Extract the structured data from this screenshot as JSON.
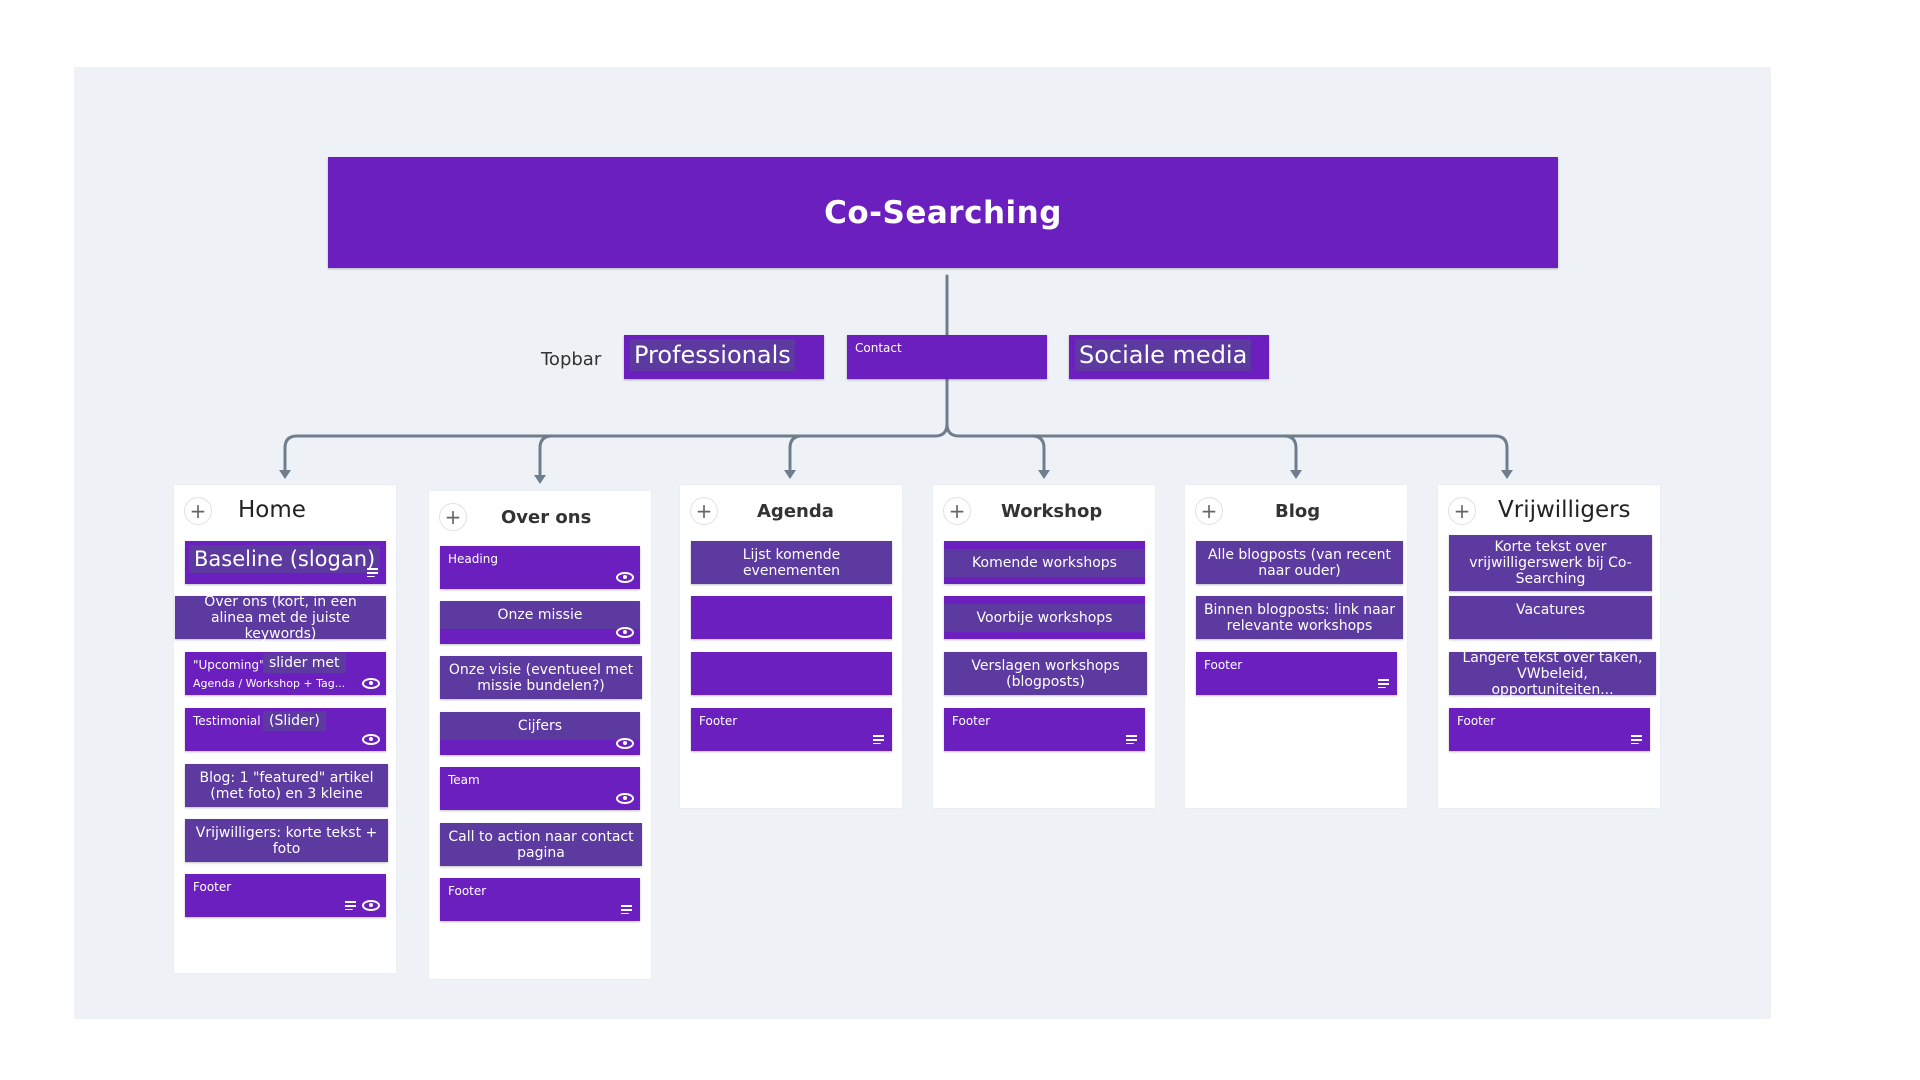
{
  "title": "Co-Searching",
  "topbar": {
    "label": "Topbar",
    "items": [
      "Professionals",
      "Contact",
      "Sociale media"
    ]
  },
  "columns": [
    {
      "title": "Home",
      "cards": [
        "Baseline (slogan)",
        "Over ons (kort, in een alinea met de juiste keywords)",
        {
          "corner": "\"Upcoming\"",
          "overlay": "slider met",
          "sub": "Agenda / Workshop + Tag..."
        },
        {
          "corner": "Testimonial",
          "overlay": "(Slider)"
        },
        "Blog: 1 \"featured\" artikel (met foto) en 3 kleine",
        "Vrijwilligers: korte tekst + foto",
        "Footer"
      ]
    },
    {
      "title": "Over ons",
      "cards": [
        "Heading",
        "Onze missie",
        "Onze visie (eventueel met missie bundelen?)",
        "Cijfers",
        "Team",
        "Call to action naar contact pagina",
        "Footer"
      ]
    },
    {
      "title": "Agenda",
      "cards": [
        "Lijst komende evenementen",
        "Footer"
      ]
    },
    {
      "title": "Workshop",
      "cards": [
        "Komende workshops",
        "Voorbije workshops",
        "Verslagen workshops (blogposts)",
        "Footer"
      ]
    },
    {
      "title": "Blog",
      "cards": [
        "Alle blogposts (van recent naar ouder)",
        "Binnen blogposts: link naar relevante workshops",
        "Footer"
      ]
    },
    {
      "title": "Vrijwilligers",
      "cards": [
        "Korte tekst over vrijwilligerswerk bij Co-Searching",
        "Vacatures",
        "Langere tekst over taken, VWbeleid, opportuniteiten...",
        "Footer"
      ]
    }
  ],
  "colors": {
    "card": "#6b1fbf",
    "card_desc": "#5c3aa0",
    "board": "#eef2f6",
    "connector": "#6f7d8c"
  }
}
